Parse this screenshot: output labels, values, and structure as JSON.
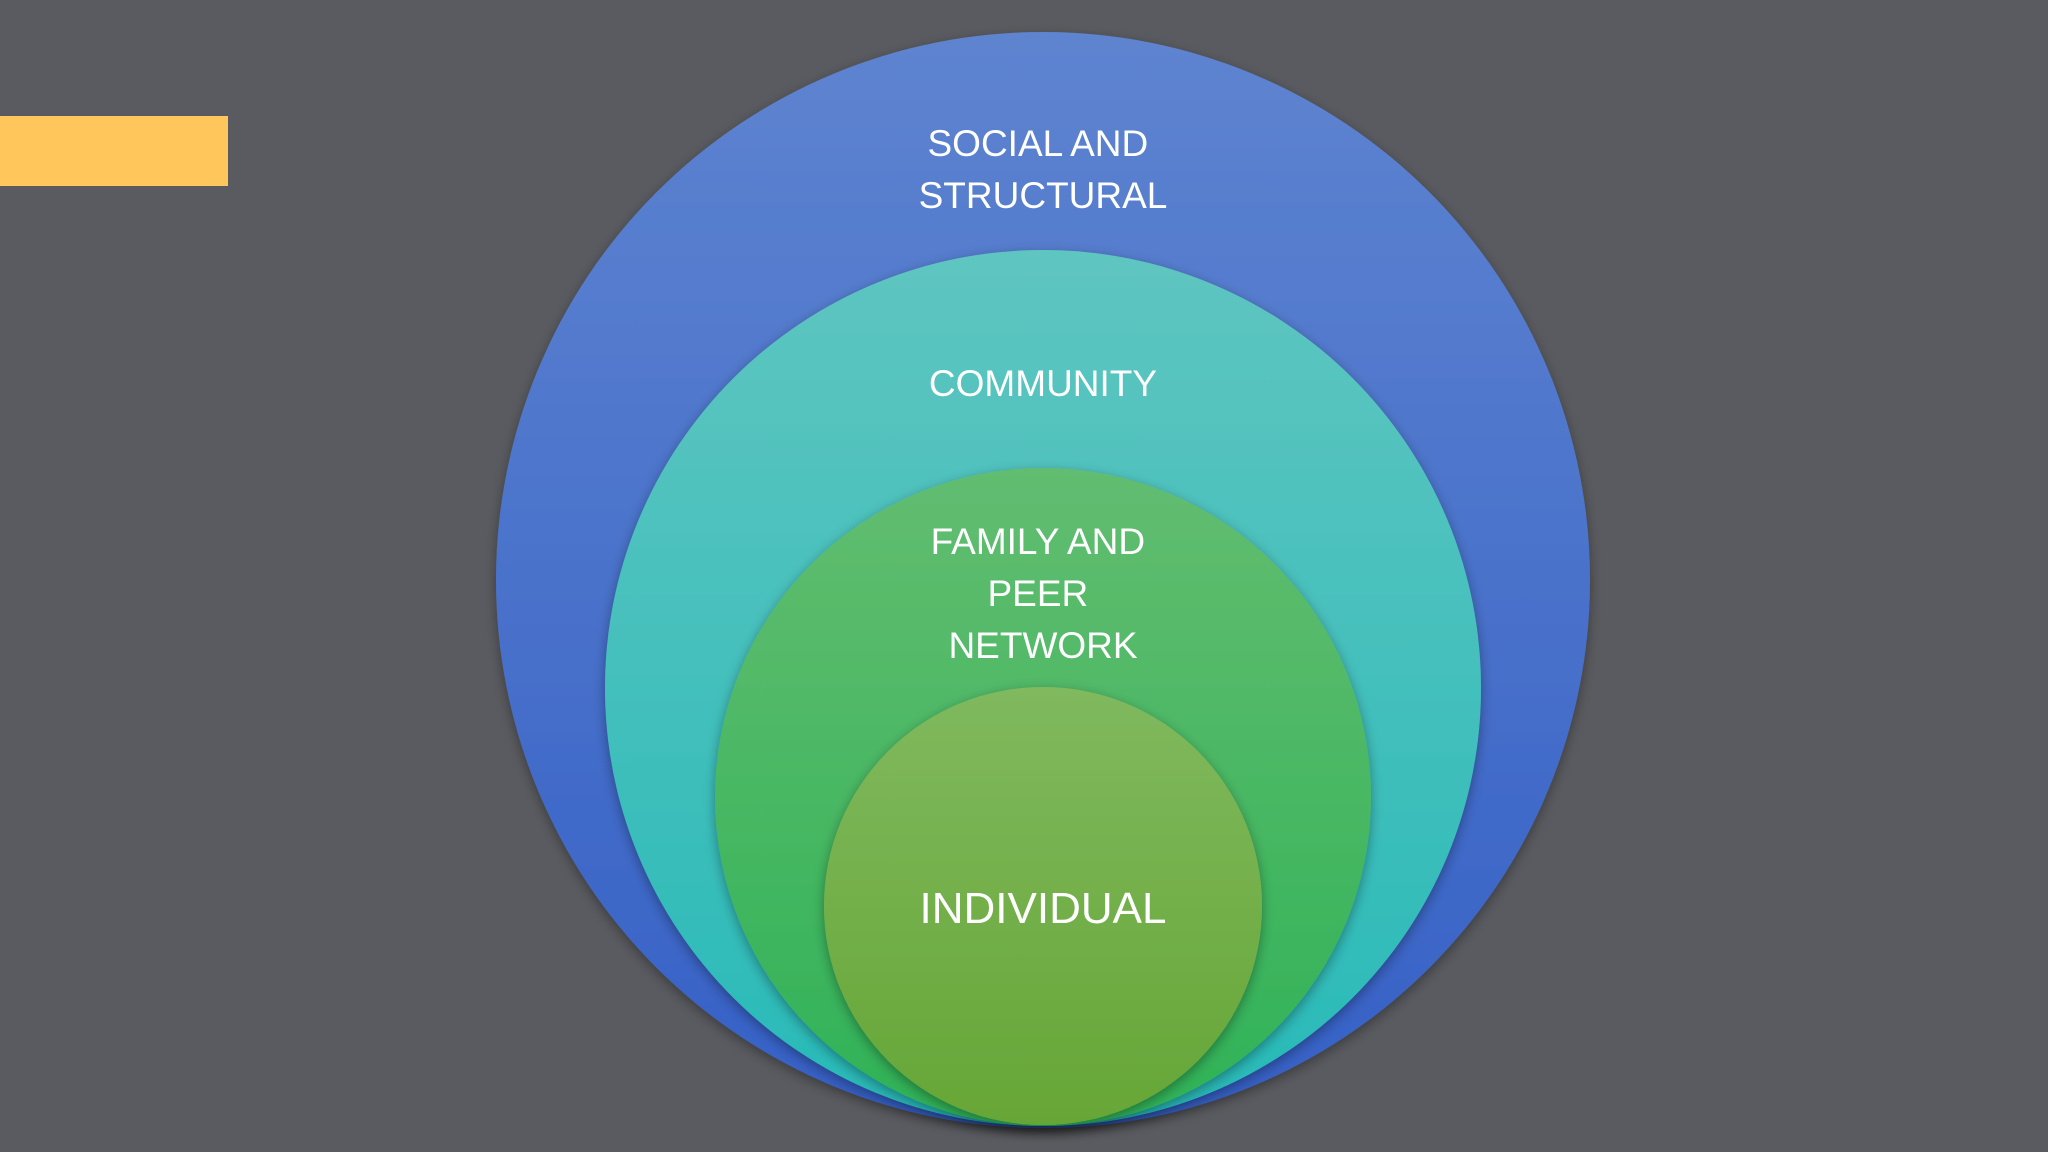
{
  "diagram": {
    "type": "nested-circles",
    "rings": [
      {
        "id": "social",
        "label_lines": [
          "SOCIAL AND",
          "STRUCTURAL"
        ],
        "color_top": "#5e84d0",
        "color_bottom": "#3560c6"
      },
      {
        "id": "community",
        "label_lines": [
          "COMMUNITY"
        ],
        "color_top": "#5fc5c0",
        "color_bottom": "#27bab8"
      },
      {
        "id": "family",
        "label_lines": [
          "FAMILY AND",
          "PEER",
          "NETWORK"
        ],
        "color_top": "#62bd70",
        "color_bottom": "#2fb257"
      },
      {
        "id": "individual",
        "label_lines": [
          "INDIVIDUAL"
        ],
        "color_top": "#80b95e",
        "color_bottom": "#66a636"
      }
    ]
  },
  "colors": {
    "background": "#5a5b60",
    "accent": "#ffc65c",
    "text": "#ffffff"
  }
}
